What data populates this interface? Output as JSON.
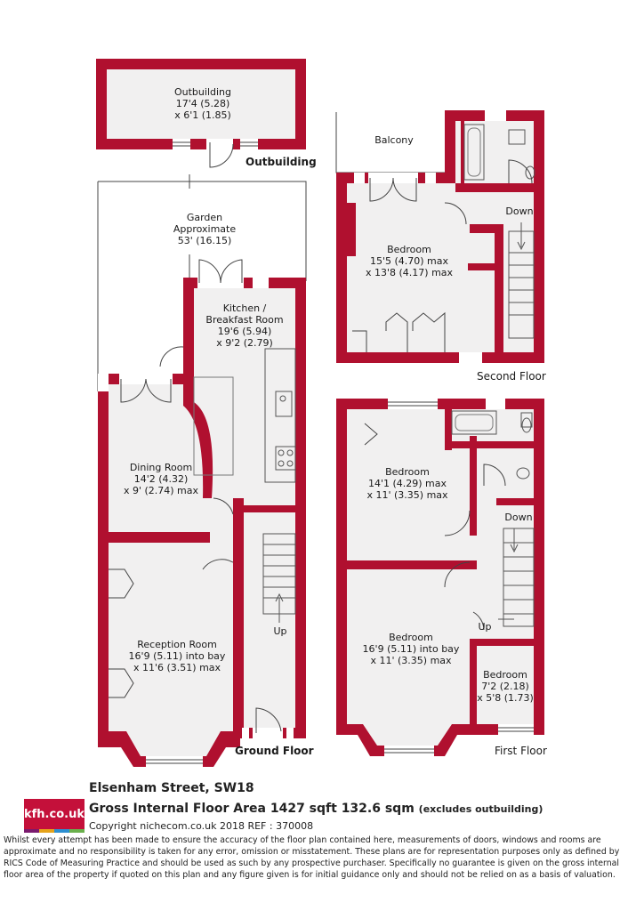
{
  "rooms": {
    "outbuilding": {
      "name": "Outbuilding",
      "l1": "17'4 (5.28)",
      "l2": "x 6'1 (1.85)"
    },
    "garden": {
      "name": "Garden",
      "l1": "Approximate",
      "l2": "53' (16.15)"
    },
    "kitchen": {
      "name": "Kitchen /",
      "l1": "Breakfast Room",
      "l2": "19'6 (5.94)",
      "l3": "x 9'2 (2.79)"
    },
    "dining": {
      "name": "Dining Room",
      "l1": "14'2 (4.32)",
      "l2": "x 9' (2.74) max"
    },
    "reception": {
      "name": "Reception Room",
      "l1": "16'9 (5.11) into bay",
      "l2": "x 11'6 (3.51) max"
    },
    "balcony": {
      "name": "Balcony"
    },
    "bedroom_second": {
      "name": "Bedroom",
      "l1": "15'5 (4.70) max",
      "l2": "x 13'8 (4.17) max"
    },
    "bedroom_first_top": {
      "name": "Bedroom",
      "l1": "14'1 (4.29) max",
      "l2": "x 11' (3.35) max"
    },
    "bedroom_first_mid": {
      "name": "Bedroom",
      "l1": "16'9 (5.11) into bay",
      "l2": "x 11' (3.35) max"
    },
    "bedroom_first_small": {
      "name": "Bedroom",
      "l1": "7'2 (2.18)",
      "l2": "x 5'8 (1.73)"
    }
  },
  "labels": {
    "outbuilding_floor": "Outbuilding",
    "ground_floor": "Ground Floor",
    "second_floor": "Second Floor",
    "first_floor": "First Floor",
    "up_ground": "Up",
    "down_second": "Down",
    "down_first": "Down",
    "up_first": "Up"
  },
  "footer": {
    "logo": "kfh.co.uk",
    "logo_colors": [
      "#7a1a6e",
      "#e5a31a",
      "#2d8fd1",
      "#6ab04c"
    ],
    "address": "Elsenham Street, SW18",
    "area_main": "Gross Internal Floor Area 1427 sqft 132.6 sqm",
    "area_note": "(excludes outbuilding)",
    "copyright": "Copyright nichecom.co.uk 2018 REF : 370008",
    "disclaimer": "Whilst every attempt has been made to ensure the accuracy of the floor plan contained here, measurements of doors, windows and rooms are approximate and no responsibility is taken for any error, omission or misstatement.  These plans are for representation purposes only as defined by RICS Code of Measuring Practice and should be used as such by any prospective purchaser.  Specifically no guarantee is given on the gross internal floor area of the property if quoted on this plan and any figure given is for initial guidance only and should not be relied on as a basis of valuation."
  },
  "colors": {
    "wall": "#b0102f",
    "floor": "#f1f0f0"
  }
}
